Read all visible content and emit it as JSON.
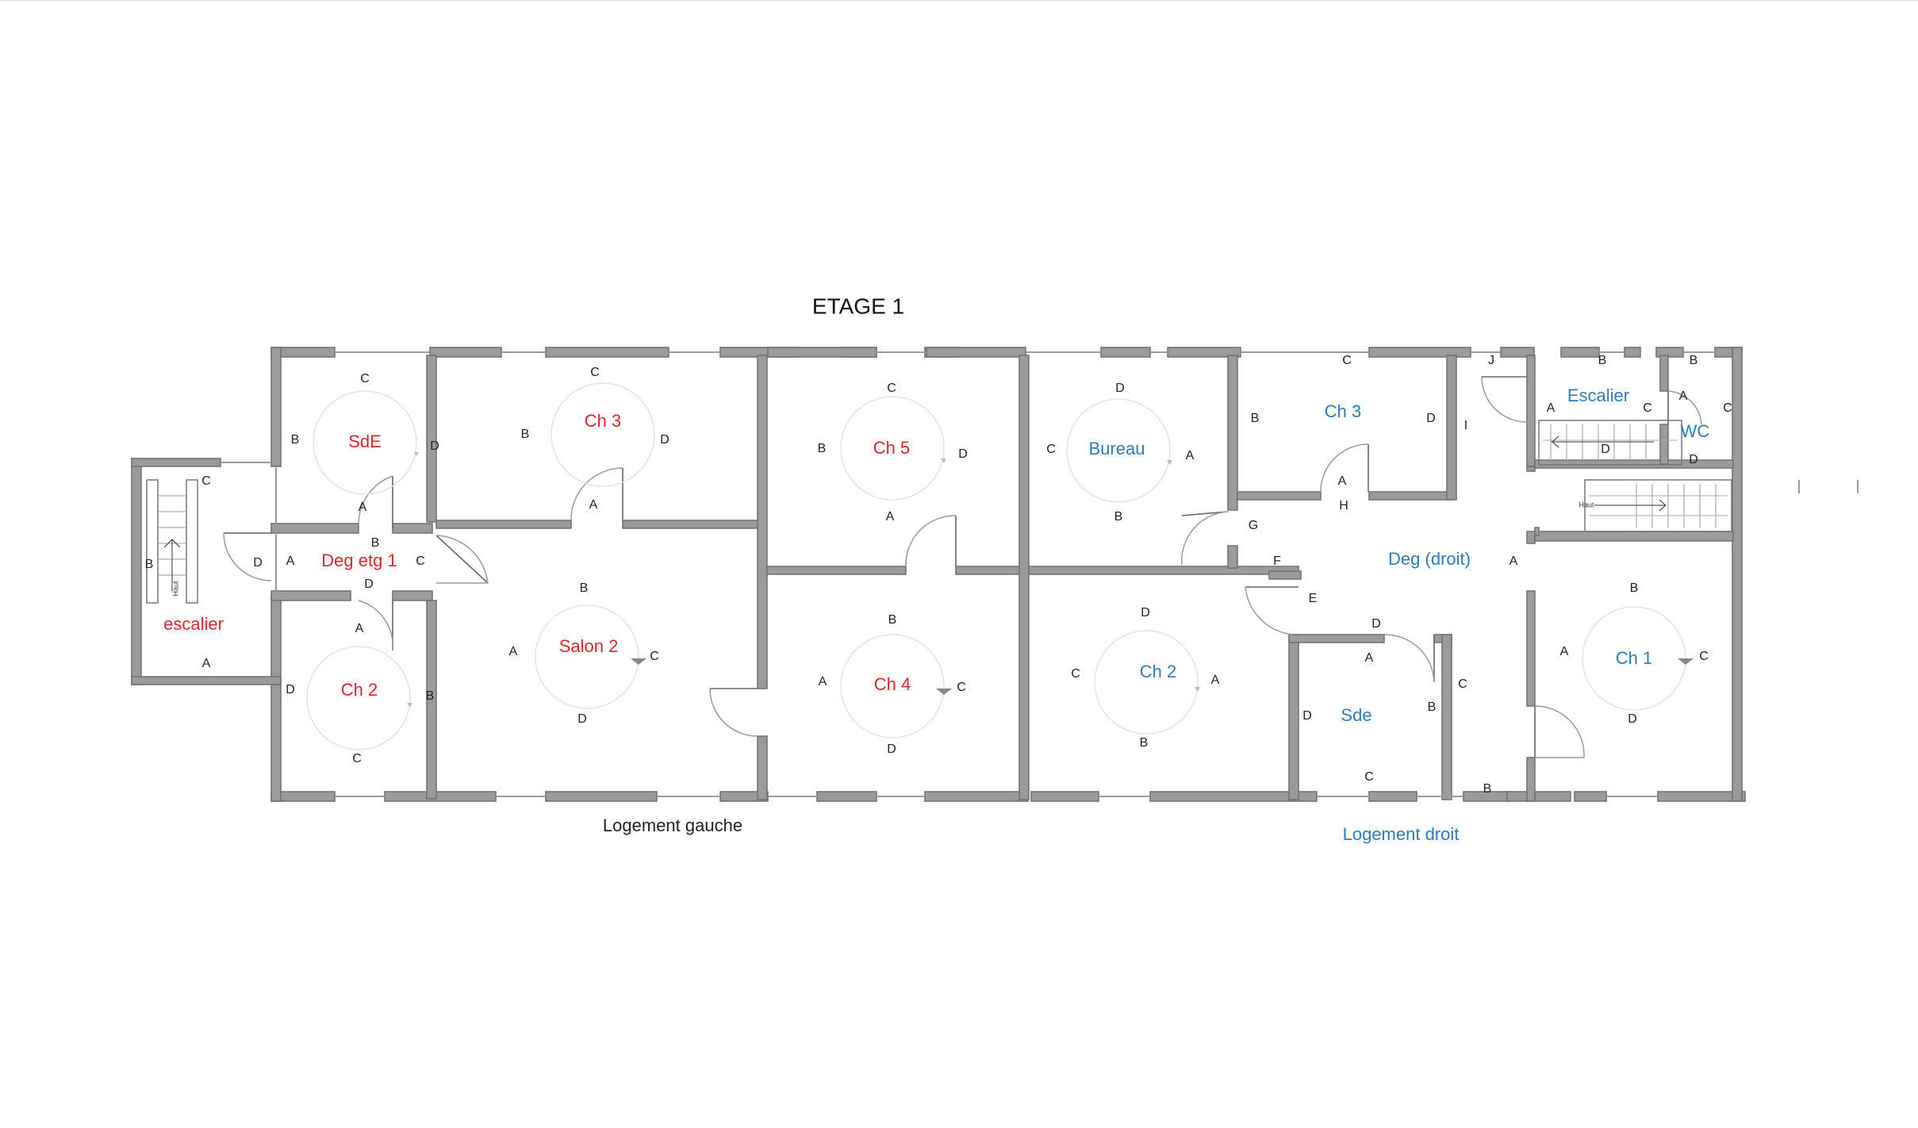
{
  "title": "ETAGE 1",
  "colors": {
    "left": "#e0262a",
    "right": "#2e7bbf",
    "wall": "#9b9b9b",
    "text": "#222222"
  },
  "left_unit": {
    "label": "Logement gauche",
    "rooms": [
      {
        "id": "escalier",
        "name": "escalier"
      },
      {
        "id": "sde",
        "name": "SdE"
      },
      {
        "id": "deg",
        "name": "Deg etg 1"
      },
      {
        "id": "ch2",
        "name": "Ch 2"
      },
      {
        "id": "ch3",
        "name": "Ch 3"
      },
      {
        "id": "salon2",
        "name": "Salon 2"
      },
      {
        "id": "ch5",
        "name": "Ch 5"
      },
      {
        "id": "ch4",
        "name": "Ch 4"
      }
    ]
  },
  "right_unit": {
    "label": "Logement droit",
    "rooms": [
      {
        "id": "bureau",
        "name": "Bureau"
      },
      {
        "id": "ch3",
        "name": "Ch 3"
      },
      {
        "id": "ch2",
        "name": "Ch 2"
      },
      {
        "id": "deg",
        "name": "Deg (droit)"
      },
      {
        "id": "sde",
        "name": "Sde"
      },
      {
        "id": "escalier",
        "name": "Escalier"
      },
      {
        "id": "wc",
        "name": "WC"
      },
      {
        "id": "ch1",
        "name": "Ch 1"
      }
    ]
  },
  "stair_label": "Haut",
  "wall_letters": [
    "A",
    "B",
    "C",
    "D",
    "E",
    "F",
    "G",
    "H",
    "I",
    "J"
  ]
}
